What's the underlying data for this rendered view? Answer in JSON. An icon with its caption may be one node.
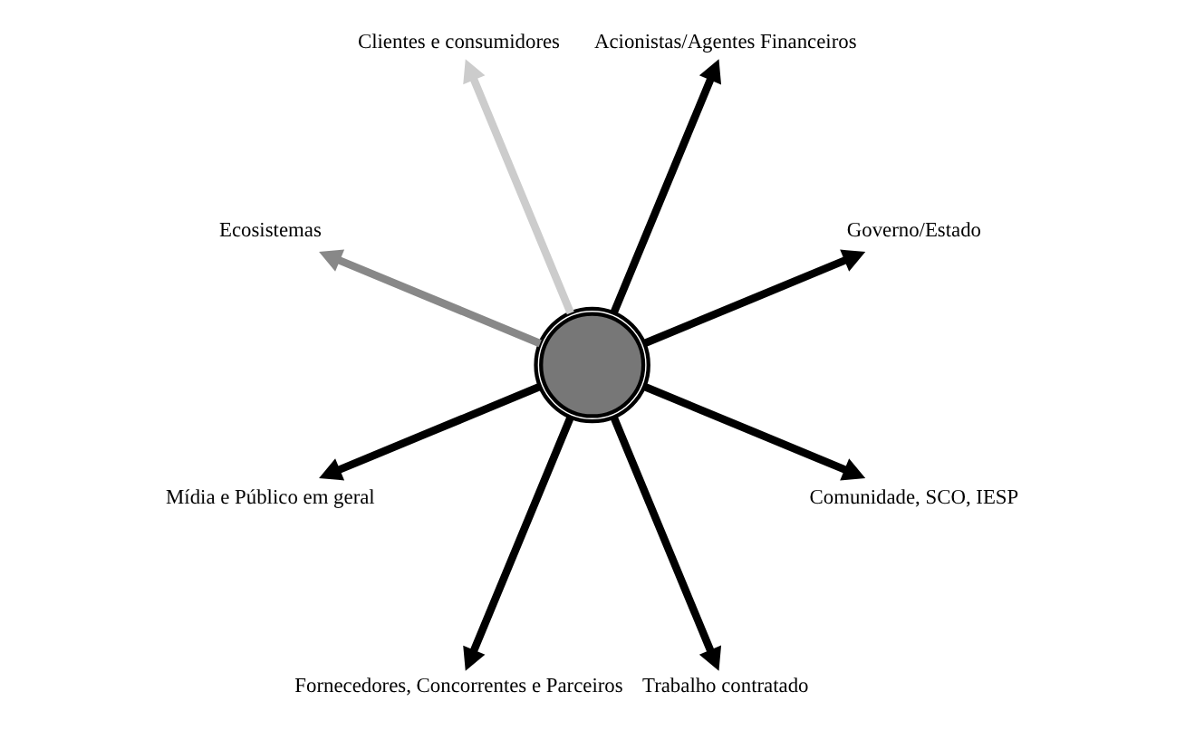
{
  "diagram": {
    "nodes": [
      {
        "text": [],
        "shape": "circle"
      },
      {
        "text": [
          "Governo/Estado"
        ]
      },
      {
        "text": [
          "Acionistas/Agentes Financeiros"
        ]
      },
      {
        "text": [
          "Clientes e consumidores"
        ]
      },
      {
        "text": [
          "Ecosistemas"
        ]
      },
      {
        "text": [
          "Mídia e Público em geral"
        ]
      },
      {
        "text": [
          "Fornecedores, Concorrentes e Parceiros"
        ]
      },
      {
        "text": [
          "Trabalho contratado"
        ]
      },
      {
        "text": [
          "Comunidade, SCO, IESP"
        ]
      }
    ],
    "edges": [
      {
        "from": 0,
        "to": 2,
        "arrow": "to"
      },
      {
        "from": 0,
        "to": 1,
        "arrow": "to"
      },
      {
        "from": 0,
        "to": 3,
        "arrow": "to",
        "color": "#cccccc"
      },
      {
        "from": 0,
        "to": 6,
        "arrow": "to"
      },
      {
        "from": 0,
        "to": 7,
        "arrow": "to"
      },
      {
        "from": 0,
        "to": 8,
        "arrow": "to"
      },
      {
        "from": 0,
        "to": 5,
        "arrow": "to"
      },
      {
        "from": 0,
        "to": 4,
        "arrow": "to",
        "color": "#888888"
      }
    ]
  }
}
